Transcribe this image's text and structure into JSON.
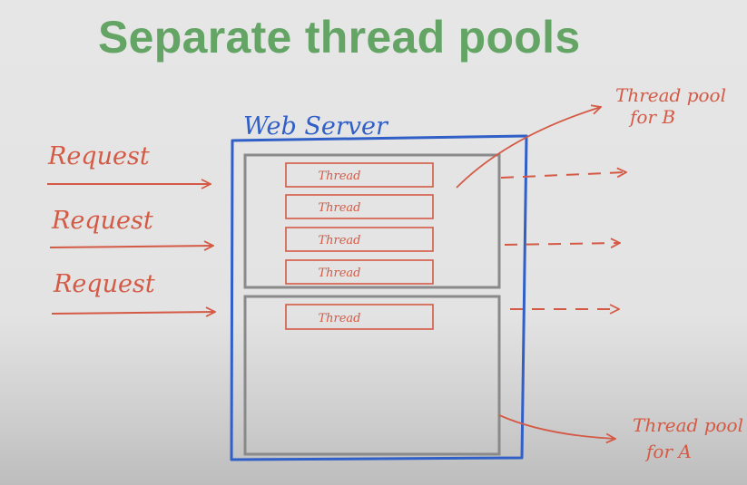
{
  "title": "Separate thread pools",
  "server_label": "Web Server",
  "requests": [
    "Request",
    "Request",
    "Request"
  ],
  "pool_b": {
    "label_line1": "Thread pool",
    "label_line2": "for B",
    "threads": [
      "Thread",
      "Thread",
      "Thread",
      "Thread"
    ]
  },
  "pool_a": {
    "label_line1": "Thread pool",
    "label_line2": "for A",
    "threads": [
      "Thread"
    ]
  },
  "colors": {
    "title": "#64a565",
    "ink_red": "#d45a45",
    "server_blue": "#2f5fc7",
    "pool_gray": "#8a8a8a"
  }
}
